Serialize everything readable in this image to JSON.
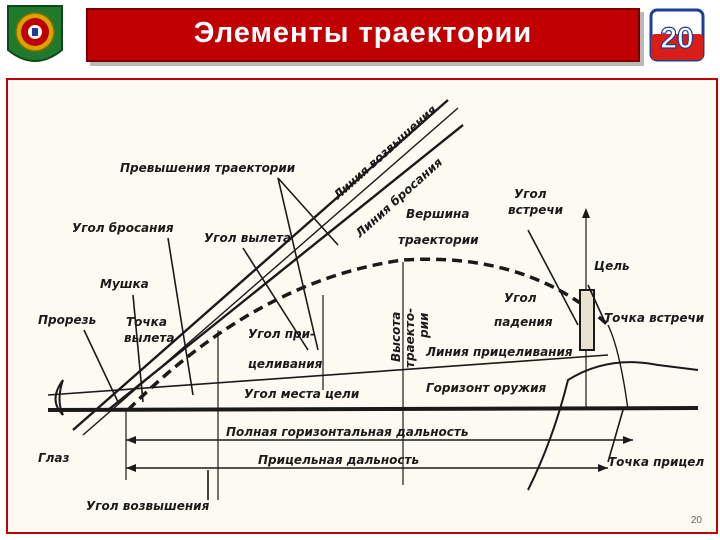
{
  "slide": {
    "title": "Элементы траектории",
    "badge_number": "20",
    "page_number": "20"
  },
  "diagram": {
    "labels": {
      "prevysheniya": "Превышения траектории",
      "liniya_vozvysheniya": "Линия возвышения",
      "liniya_brosaniya": "Линия бросания",
      "ugol_brosaniya": "Угол бросания",
      "ugol_vyleta": "Угол вылета",
      "mushka": "Мушка",
      "prorez": "Прорезь",
      "tochka_vyleta_1": "Точка",
      "tochka_vyleta_2": "вылета",
      "ugol_pri_1": "Угол при-",
      "ugol_pri_2": "целивания",
      "vershina_1": "Вершина",
      "vershina_2": "траектории",
      "vysota_1": "Высота",
      "vysota_2": "траекто-",
      "vysota_3": "рии",
      "ugol_vstrechi_1": "Угол",
      "ugol_vstrechi_2": "встречи",
      "cel": "Цель",
      "ugol_padeniya_1": "Угол",
      "ugol_padeniya_2": "падения",
      "tochka_vstrechi": "Точка встречи",
      "liniya_pricelivaniya": "Линия прицеливания",
      "ugol_mesta_celi": "Угол места цели",
      "gorizont_oruzhiya": "Горизонт оружия",
      "glaz": "Глаз",
      "polnaya_dalnost": "Полная горизонтальная дальность",
      "pricelnaya_dalnost": "Прицельная дальность",
      "tochka_pricela": "Точка прицел",
      "ugol_vozvysheniya": "Угол возвышения"
    }
  },
  "colors": {
    "title_bg": "#c00000",
    "frame_border": "#c00000",
    "ink": "#1a1a1a",
    "badge_bg": "#d91e18",
    "logo_bg": "#1f7a2e"
  }
}
